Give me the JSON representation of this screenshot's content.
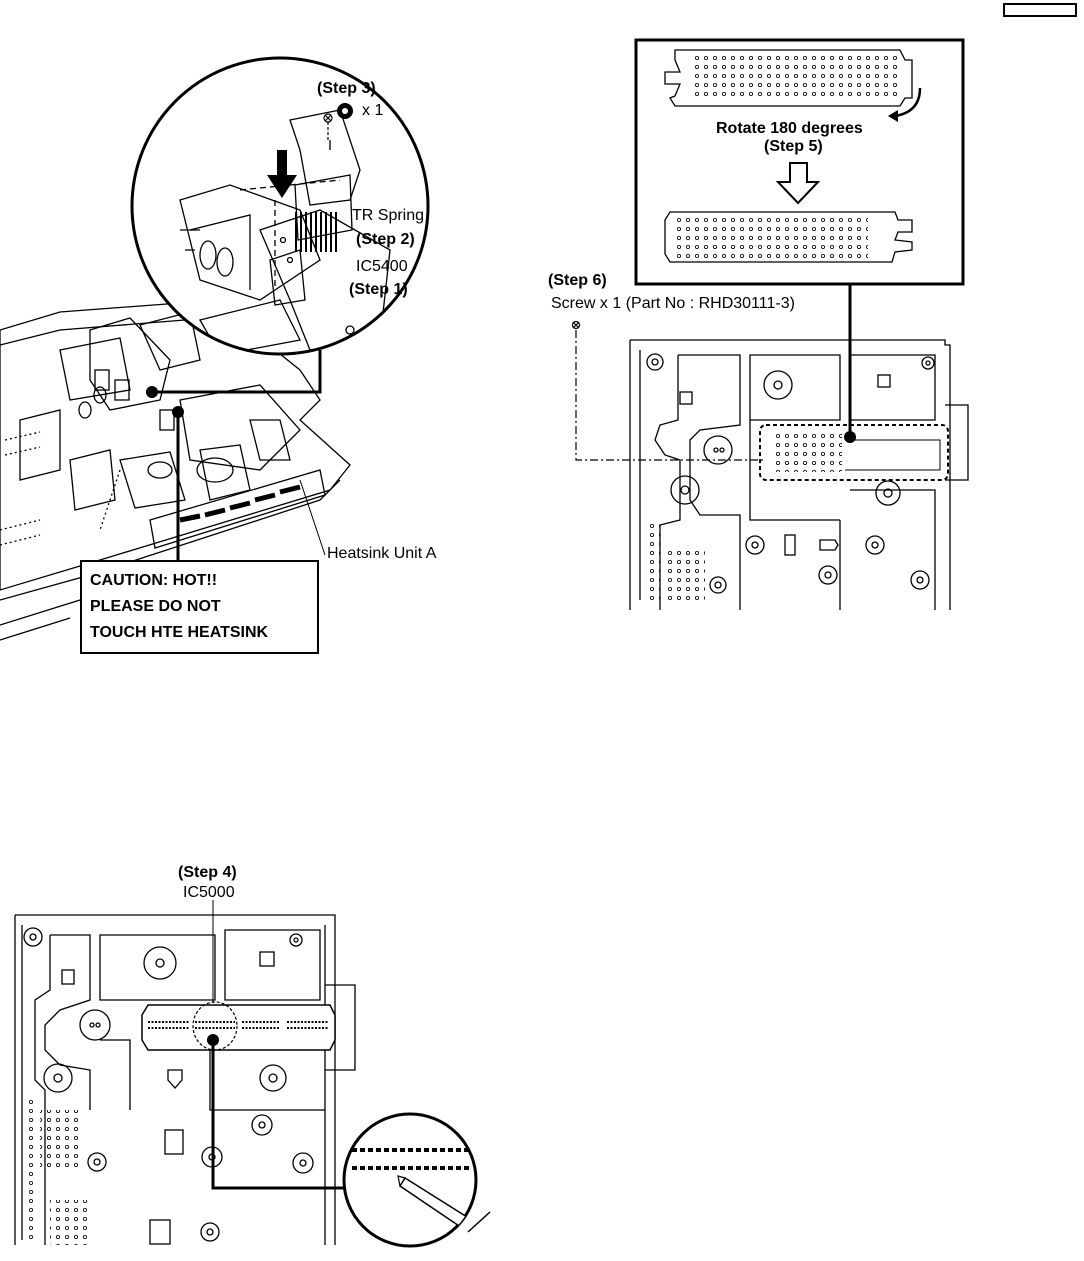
{
  "step3": {
    "step": "(Step 3)",
    "qty": "x 1"
  },
  "step2": {
    "part": "TR Spring",
    "step": "(Step 2)"
  },
  "step1": {
    "part": "IC5400",
    "step": "(Step 1)"
  },
  "heatsink": {
    "label": "Heatsink Unit A"
  },
  "caution": {
    "line1": "CAUTION: HOT!!",
    "line2": "PLEASE DO NOT",
    "line3": "TOUCH HTE HEATSINK"
  },
  "step5": {
    "line1": "Rotate 180 degrees",
    "step": "(Step 5)"
  },
  "step6": {
    "step": "(Step 6)",
    "desc": "Screw x 1 (Part No : RHD30111-3)"
  },
  "step4": {
    "step": "(Step 4)",
    "part": "IC5000"
  }
}
